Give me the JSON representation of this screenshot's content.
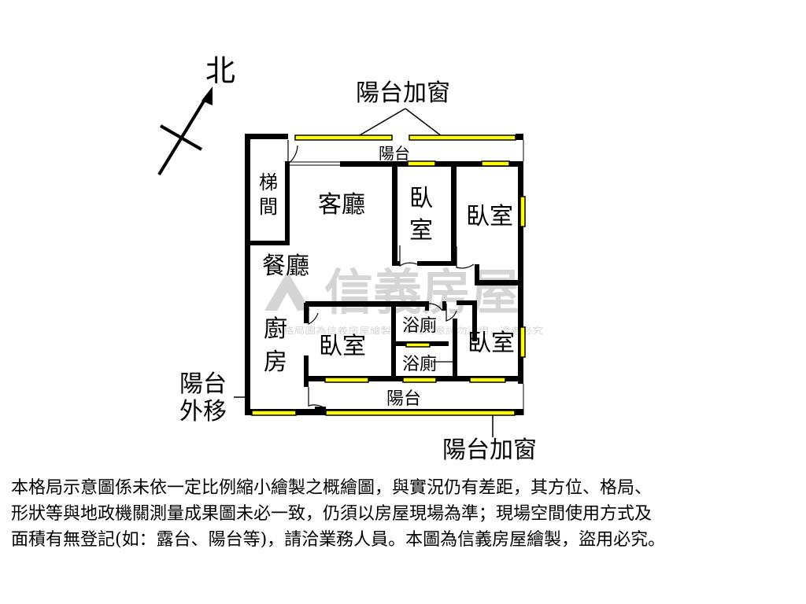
{
  "compass": {
    "north_label": "北"
  },
  "callouts": {
    "top_balcony_window": "陽台加窗",
    "bottom_balcony_window": "陽台加窗",
    "balcony_moved_line1": "陽台",
    "balcony_moved_line2": "外移"
  },
  "rooms": {
    "stairs_line1": "梯",
    "stairs_line2": "間",
    "living_room": "客廳",
    "dining_room": "餐廳",
    "kitchen_line1": "廚",
    "kitchen_line2": "房",
    "bedroom_a_line1": "臥",
    "bedroom_a_line2": "室",
    "bedroom_b": "臥室",
    "bedroom_c": "臥室",
    "bedroom_d": "臥室",
    "bathroom_1": "浴廁",
    "bathroom_2": "浴廁",
    "balcony_top": "陽台",
    "balcony_bottom": "陽台"
  },
  "watermark": {
    "brand": "信義房屋",
    "fine_print": "本格局圖為信義房屋繪製，未經同意請勿盜用，違者必究"
  },
  "colors": {
    "wall": "#000000",
    "window_fill": "#ffff00",
    "watermark": "#b4b4b4"
  },
  "disclaimer": {
    "line1": "本格局示意圖係未依一定比例縮小繪製之概繪圖，與實況仍有差距，其方位、格局、",
    "line2": "形狀等與地政機關測量成果圖未必一致，仍須以房屋現場為準；現場空間使用方式及",
    "line3": "面積有無登記(如：露台、陽台等)，請洽業務人員。本圖為信義房屋繪製，盜用必究。"
  }
}
